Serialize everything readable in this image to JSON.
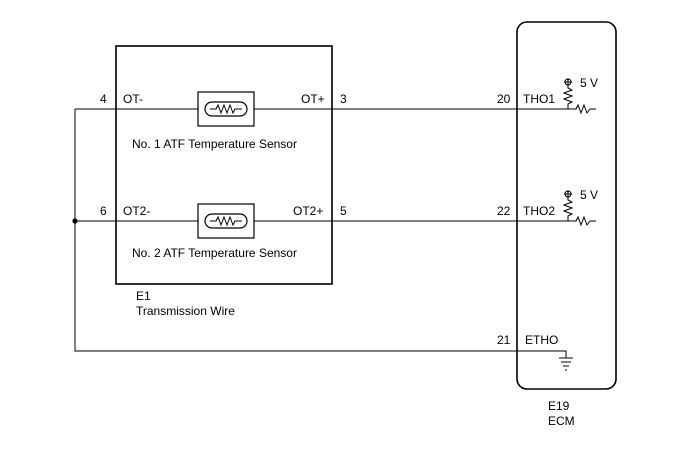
{
  "e1": {
    "code": "E1",
    "name": "Transmission Wire",
    "sensor1": {
      "label": "No. 1 ATF Temperature Sensor",
      "left_pin": "4",
      "left_signal": "OT-",
      "right_pin": "3",
      "right_signal": "OT+"
    },
    "sensor2": {
      "label": "No. 2 ATF Temperature Sensor",
      "left_pin": "6",
      "left_signal": "OT2-",
      "right_pin": "5",
      "right_signal": "OT2+"
    }
  },
  "ecm": {
    "code": "E19",
    "name": "ECM",
    "tho1": {
      "pin": "20",
      "signal": "THO1",
      "supply": "5 V"
    },
    "tho2": {
      "pin": "22",
      "signal": "THO2",
      "supply": "5 V"
    },
    "etho": {
      "pin": "21",
      "signal": "ETHO"
    }
  }
}
